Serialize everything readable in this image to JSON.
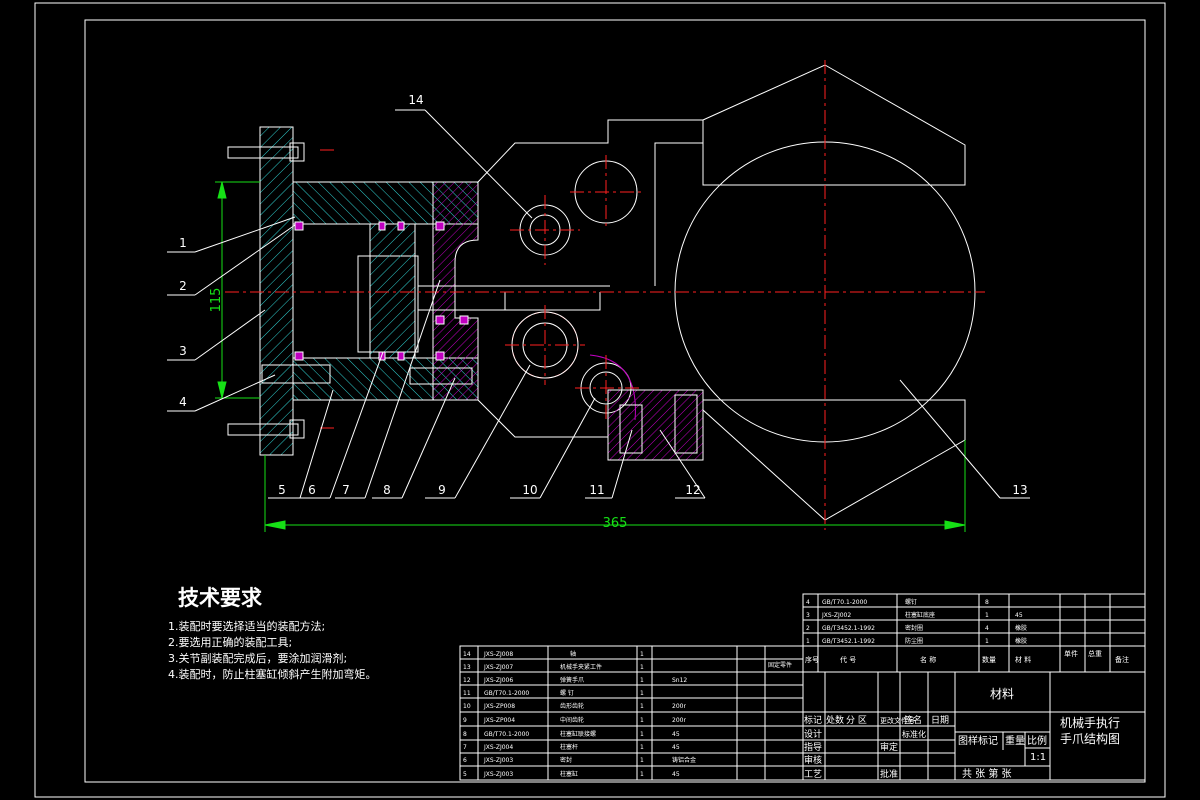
{
  "drawing": {
    "title_block": {
      "material_label": "材料",
      "drawing_title_line1": "机械手执行",
      "drawing_title_line2": "手爪结构图",
      "scale": "1:1",
      "sheet": "共 张 第 张",
      "cells": {
        "mark": "标记",
        "count": "处数",
        "zone": "分 区",
        "change_doc": "更改文件号",
        "sign": "签名",
        "date": "日期",
        "design": "设计",
        "standardize": "标准化",
        "guide": "指导",
        "review": "审定",
        "check": "审核",
        "process": "工艺",
        "approve": "批准",
        "stage_mark": "图样标记",
        "weight": "重量",
        "ratio": "比例",
        "seq_label": "序号",
        "code_label": "代 号",
        "name_label": "名 称",
        "qty_label": "数量",
        "mat_label": "材 料",
        "unit_label": "单件",
        "total_label": "总重",
        "remark_label": "备注"
      }
    },
    "tech_requirements": {
      "title": "技术要求",
      "items": [
        "1.装配时要选择适当的装配方法;",
        "2.要选用正确的装配工具;",
        "3.关节副装配完成后，要涂加润滑剂;",
        "4.装配时，防止柱塞缸倾斜产生附加弯矩。"
      ]
    },
    "dimensions": {
      "vertical": "115",
      "horizontal": "365"
    },
    "balloons": [
      "1",
      "2",
      "3",
      "4",
      "5",
      "6",
      "7",
      "8",
      "9",
      "10",
      "11",
      "12",
      "13",
      "14"
    ],
    "bom_upper": [
      {
        "no": "4",
        "code": "GB/T70.1-2000",
        "name": "螺钉",
        "qty": "8",
        "mat": ""
      },
      {
        "no": "3",
        "code": "JXS-ZJ002",
        "name": "柱塞缸底座",
        "qty": "1",
        "mat": "45"
      },
      {
        "no": "2",
        "code": "GB/T3452.1-1992",
        "name": "密封圈",
        "qty": "4",
        "mat": "橡胶"
      },
      {
        "no": "1",
        "code": "GB/T3452.1-1992",
        "name": "防尘圈",
        "qty": "1",
        "mat": "橡胶"
      }
    ],
    "bom_lower": [
      {
        "no": "14",
        "code": "JXS-ZJ008",
        "name": "轴",
        "qty": "1",
        "mat": "",
        "note": "固定零件"
      },
      {
        "no": "13",
        "code": "JXS-ZJ007",
        "name": "机械手夹紧工件",
        "qty": "1",
        "mat": "",
        "note": ""
      },
      {
        "no": "12",
        "code": "JXS-ZJ006",
        "name": "弹簧手爪",
        "qty": "1",
        "mat": "Sn12",
        "note": ""
      },
      {
        "no": "11",
        "code": "GB/T70.1-2000",
        "name": "螺 钉",
        "qty": "1",
        "mat": "",
        "note": ""
      },
      {
        "no": "10",
        "code": "JXS-ZP008",
        "name": "齿形齿轮",
        "qty": "1",
        "mat": "200r",
        "note": ""
      },
      {
        "no": "9",
        "code": "JXS-ZP004",
        "name": "中间齿轮",
        "qty": "1",
        "mat": "200r",
        "note": ""
      },
      {
        "no": "8",
        "code": "GB/T70.1-2000",
        "name": "柱塞缸联接螺",
        "qty": "1",
        "mat": "45",
        "note": ""
      },
      {
        "no": "7",
        "code": "JXS-ZJ004",
        "name": "柱塞杆",
        "qty": "1",
        "mat": "45",
        "note": ""
      },
      {
        "no": "6",
        "code": "JXS-ZJ003",
        "name": "密封",
        "qty": "1",
        "mat": "铸铝合金",
        "note": ""
      },
      {
        "no": "5",
        "code": "JXS-ZJ003",
        "name": "柱塞缸",
        "qty": "1",
        "mat": "45",
        "note": ""
      }
    ],
    "colors": {
      "line": "#ffffff",
      "center": "#ff2020",
      "hatch": "#2fd0d0",
      "dimension": "#16e016",
      "seal": "#c000c0"
    }
  }
}
